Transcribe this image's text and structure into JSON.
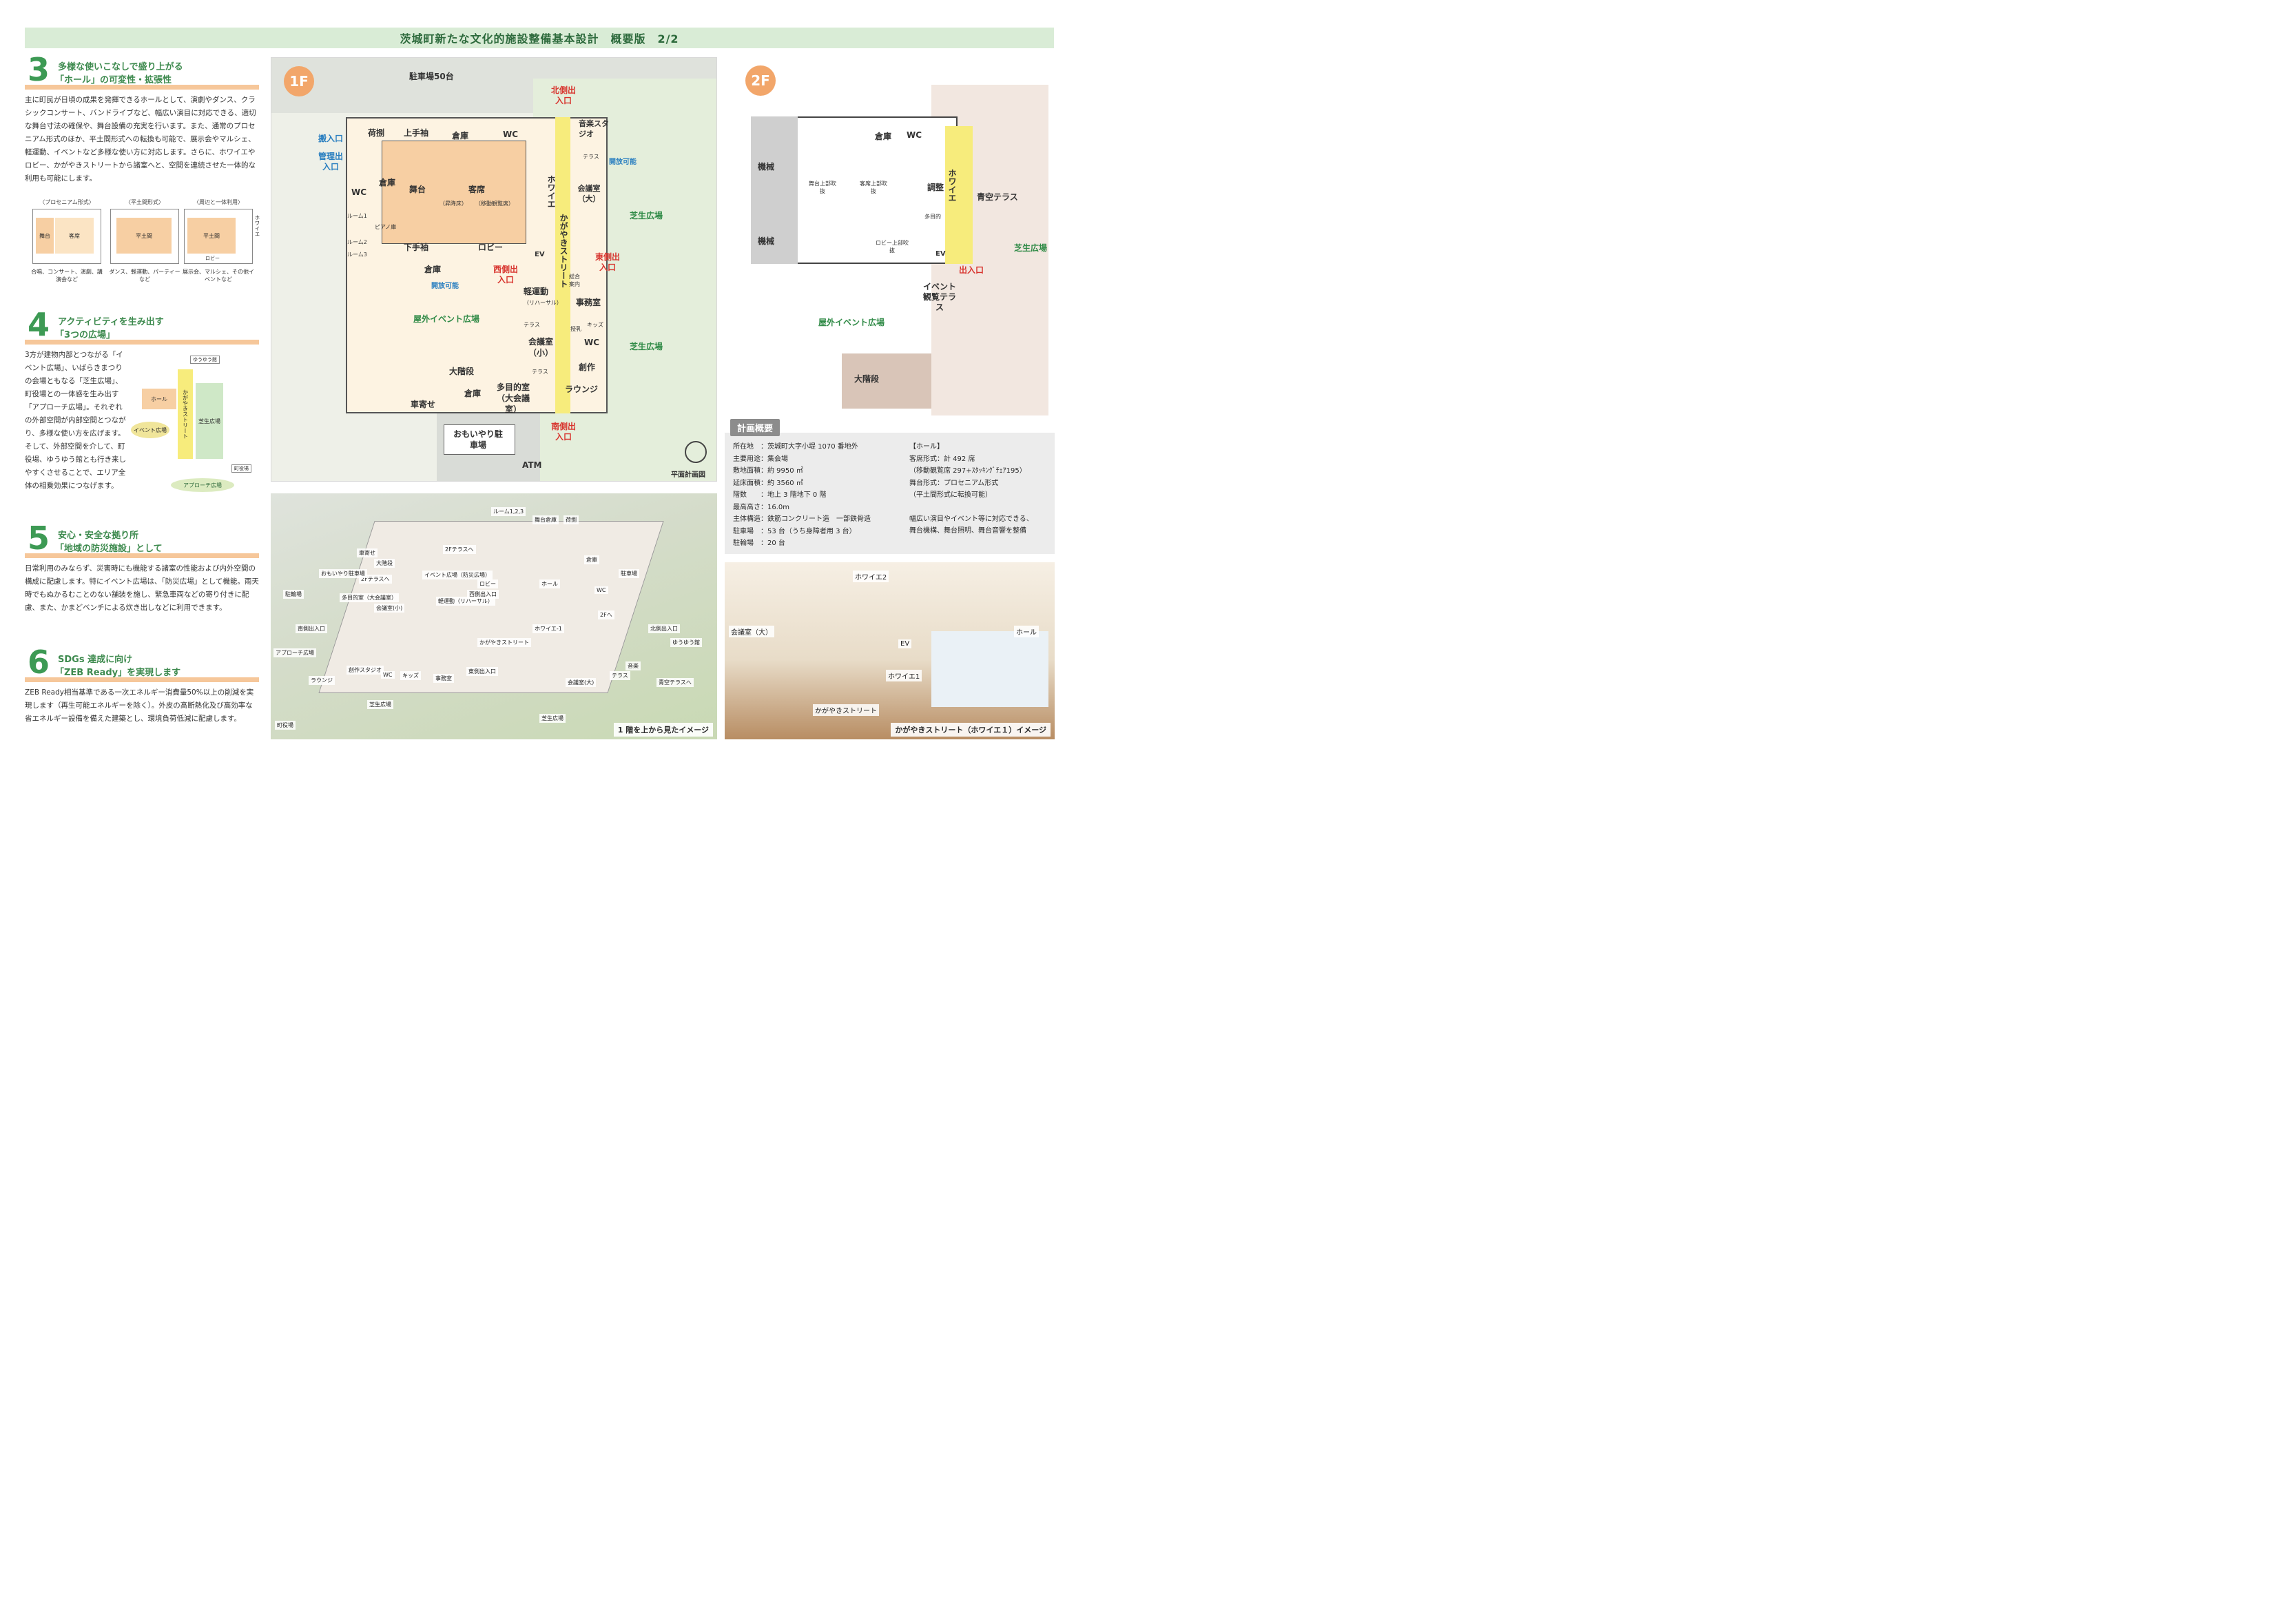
{
  "header": {
    "title": "茨城町新たな文化的施設整備基本設計　概要版　2/2"
  },
  "sections": [
    {
      "num": "3",
      "title1": "多様な使いこなしで盛り上がる",
      "title2": "「ホール」の可変性・拡張性",
      "body": "主に町民が日頃の成果を発揮できるホールとして、演劇やダンス、クラシックコンサート、バンドライブなど、幅広い演目に対応できる、適切な舞台寸法の確保や、舞台設備の充実を行います。また、通常のプロセニアム形式のほか、平土間形式への転換も可能で、展示会やマルシェ、軽運動、イベントなど多様な使い方に対応します。さらに、ホワイエやロビー、かがやきストリートから諸室へと、空間を連続させた一体的な利用も可能にします。"
    },
    {
      "num": "4",
      "title1": "アクティビティを生み出す",
      "title2": "「3つの広場」",
      "body": "3方が建物内部とつながる「イベント広場」、いばらきまつりの会場ともなる「芝生広場」、町役場との一体感を生み出す「アプローチ広場」。それぞれの外部空間が内部空間とつながり、多様な使い方を広げます。そして、外部空間を介して、町役場、ゆうゆう館とも行き来しやすくさせることで、エリア全体の相乗効果につなげます。"
    },
    {
      "num": "5",
      "title1": "安心・安全な拠り所",
      "title2": "「地域の防災施設」として",
      "body": "日常利用のみならず、災害時にも機能する諸室の性能および内外空間の構成に配慮します。特にイベント広場は、「防災広場」として機能。雨天時でもぬかるむことのない舗装を施し、緊急車両などの寄り付きに配慮、また、かまどベンチによる炊き出しなどに利用できます。"
    },
    {
      "num": "6",
      "title1": "SDGs 達成に向け",
      "title2": "「ZEB Ready」を実現します",
      "body": "ZEB Ready相当基準である一次エネルギー消費量50%以上の削減を実現します（再生可能エネルギーを除く）。外皮の高断熱化及び高効率な省エネルギー設備を備えた建築とし、環境負荷低減に配慮します。"
    }
  ],
  "hall_modes": [
    {
      "title": "〈プロセニアム形式〉",
      "a": "舞台",
      "b": "客席",
      "note": "合唱、コンサート、演劇、講演会など"
    },
    {
      "title": "〈平土間形式〉",
      "a": "平土間",
      "b": "",
      "note": "ダンス、軽運動、パーティーなど"
    },
    {
      "title": "〈周辺と一体利用〉",
      "a": "平土間",
      "b": "ホワイエ",
      "c": "ロビー",
      "note": "展示会、マルシェ、その他イベントなど"
    }
  ],
  "plazas": {
    "yuyu": "ゆうゆう館",
    "hall": "ホール",
    "street": "かがやきストリート",
    "event": "イベント広場",
    "lawn": "芝生広場",
    "townhall": "町役場",
    "approach": "アプローチ広場"
  },
  "plan1f": {
    "badge": "1F",
    "caption": "平面計画図",
    "parking50": "駐車場50台",
    "omoiyari": "おもいやり駐車場",
    "atm": "ATM",
    "carport": "車寄せ",
    "stairs": "大階段",
    "outdoor_event": "屋外イベント広場",
    "lawn1": "芝生広場",
    "lawn2": "芝生広場",
    "open1": "開放可能",
    "open2": "開放可能",
    "entries": {
      "delivery": "搬入口",
      "admin": "管理出入口",
      "north": "北側出入口",
      "east": "東側出入口",
      "west": "西側出入口",
      "south": "南側出入口"
    },
    "rooms": {
      "niwa": "荷捌",
      "kamite": "上手袖",
      "soko1": "倉庫",
      "wc1": "WC",
      "ongaku": "音楽スタジオ",
      "terrace1": "テラス",
      "kaigi_dai": "会議室（大）",
      "soko2": "倉庫",
      "butai": "舞台",
      "kyakuseki": "客席",
      "shokou": "（昇降床）",
      "idou": "（移動観覧席）",
      "wc2": "WC",
      "room1": "ルーム1",
      "piano": "ピアノ庫",
      "room2": "ルーム2",
      "room3": "ルーム3",
      "shimote": "下手袖",
      "lobby": "ロビー",
      "soko3": "倉庫",
      "ev": "EV",
      "foyer": "ホワイエ",
      "kagayaki": "かがやきストリート",
      "keiundou": "軽運動",
      "rehearsal": "（リハーサル）",
      "sogo": "総合案内",
      "jimu": "事務室",
      "terrace2": "テラス",
      "kids": "キッズ",
      "junyu": "授乳",
      "wc3": "WC",
      "kaigi_sho": "会議室（小）",
      "terrace3": "テラス",
      "sosaku": "創作",
      "tamokuteki": "多目的室（大会議室）",
      "lounge": "ラウンジ",
      "soko4": "倉庫"
    }
  },
  "plan2f": {
    "badge": "2F",
    "kikai1": "機械",
    "kikai2": "機械",
    "soko": "倉庫",
    "wc": "WC",
    "butai_fuki": "舞台上部吹抜",
    "kyaku_fuki": "客席上部吹抜",
    "lobby_fuki": "ロビー上部吹抜",
    "chosei": "調整",
    "foyer": "ホワイエ",
    "tamokuteki": "多目的",
    "ev": "EV",
    "exit": "出入口",
    "aozora": "青空テラス",
    "lawn": "芝生広場",
    "event_terrace": "イベント観覧テラス",
    "outdoor_event": "屋外イベント広場",
    "stairs": "大階段"
  },
  "spec": {
    "tag": "計画概要",
    "left": [
      "所在地　：茨城町大字小堤 1070 番地外",
      "主要用途：集会場",
      "敷地面積：約 9950 ㎡",
      "延床面積：約 3560 ㎡",
      "階数　　：地上 3 階地下 0 階",
      "最高高さ：16.0m",
      "主体構造：鉄筋コンクリート造　一部鉄骨造",
      "駐車場　：53 台（うち身障者用 3 台）",
      "駐輪場　：20 台"
    ],
    "right": [
      "【ホール】",
      "客席形式：計 492 席",
      "（移動観覧席 297+ｽﾀｯｷﾝｸﾞﾁｪｱ195）",
      "舞台形式：プロセニアム形式",
      "（平土間形式に転換可能）",
      "",
      "幅広い演目やイベント等に対応できる、",
      "舞台機構、舞台照明、舞台音響を整備"
    ]
  },
  "aerial": {
    "caption": "1 階を上から見たイメージ",
    "labels": [
      "ルーム1,2,3",
      "舞台倉庫",
      "荷捌",
      "倉庫",
      "駐車場",
      "車寄せ",
      "大階段",
      "2Fテラスへ",
      "おもいやり駐車場",
      "駐輪場",
      "2Fテラスへ",
      "イベント広場（防災広場）",
      "多目的室（大会議室）",
      "会議室(小)",
      "軽運動（リハーサル）",
      "西側出入口",
      "ロビー",
      "ホール",
      "WC",
      "南側出入口",
      "アプローチ広場",
      "ホワイエ-1",
      "2Fへ",
      "北側出入口",
      "ゆうゆう館",
      "かがやきストリート",
      "ラウンジ",
      "創作スタジオ",
      "WC",
      "キッズ",
      "事務室",
      "東側出入口",
      "会議室(大)",
      "テラス",
      "音楽",
      "青空テラスへ",
      "芝生広場",
      "芝生広場",
      "町役場"
    ]
  },
  "render": {
    "caption": "かがやきストリート（ホワイエ１）イメージ",
    "foyer2": "ホワイエ2",
    "kaigi": "会議室（大）",
    "hall": "ホール",
    "ev": "EV",
    "foyer1": "ホワイエ1",
    "street": "かがやきストリート"
  }
}
